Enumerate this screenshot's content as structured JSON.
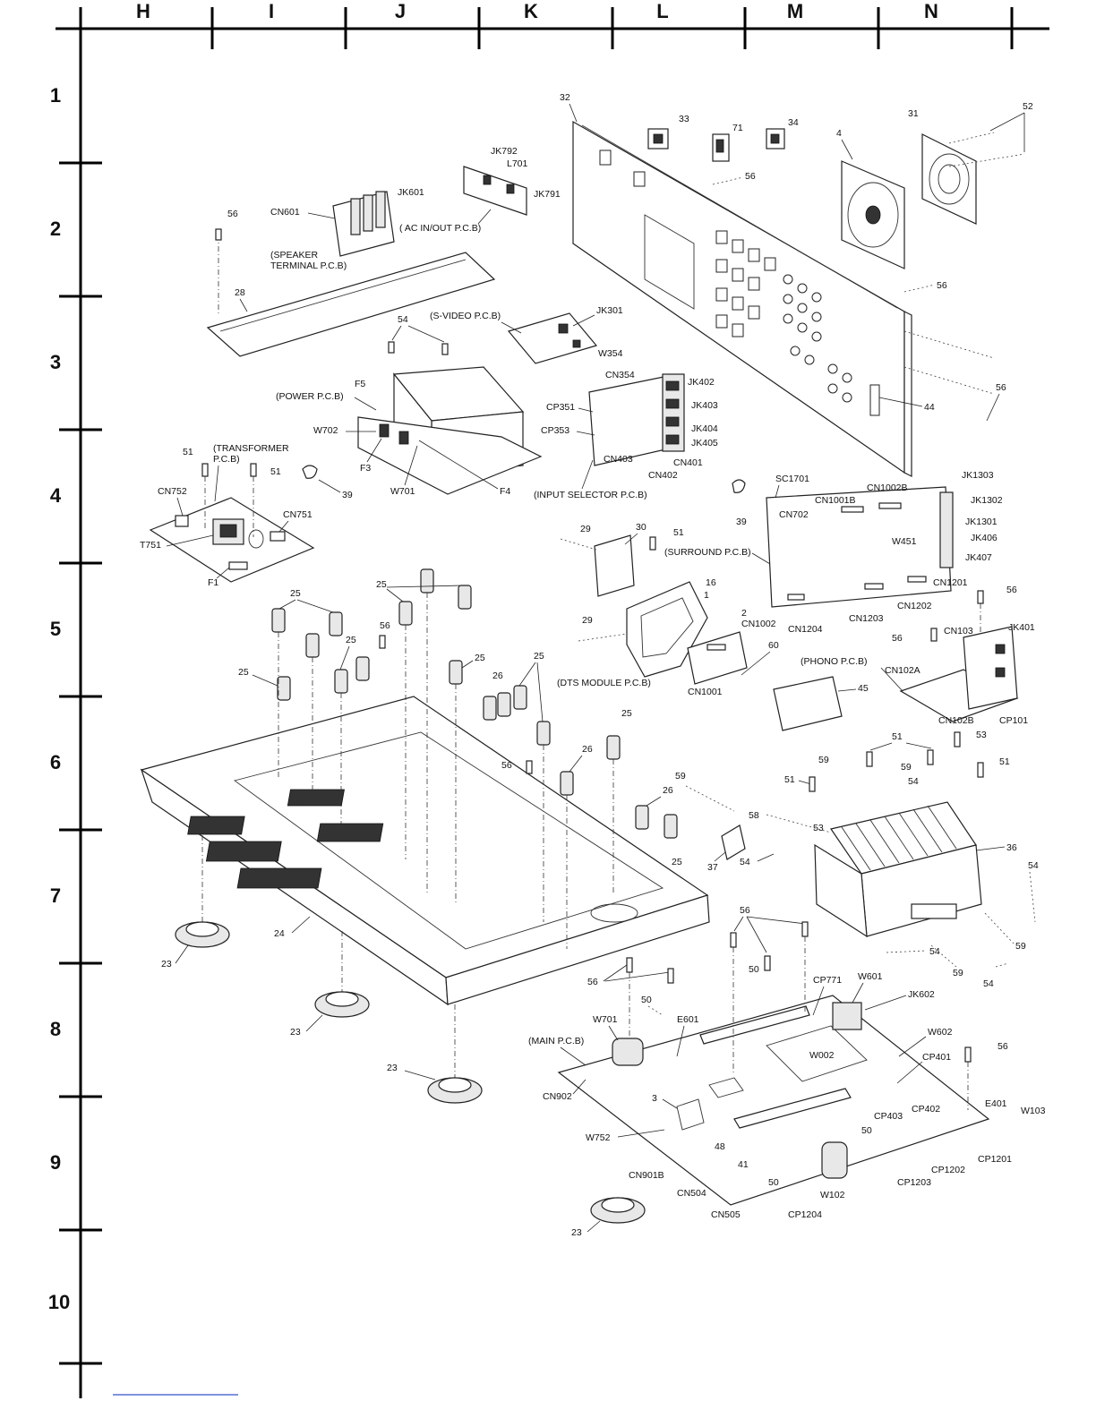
{
  "grid": {
    "columns": [
      "H",
      "I",
      "J",
      "K",
      "L",
      "M",
      "N"
    ],
    "rows": [
      "1",
      "2",
      "3",
      "4",
      "5",
      "6",
      "7",
      "8",
      "9",
      "10"
    ]
  },
  "labels": {
    "l32": "32",
    "l33": "33",
    "l71": "71",
    "l34": "34",
    "l31": "31",
    "l52": "52",
    "l4": "4",
    "l56a": "56",
    "l56b": "56",
    "l56c": "56",
    "l56d": "56",
    "l56e": "56",
    "l56f": "56",
    "l56g": "56",
    "l56h": "56",
    "l56i": "56",
    "l56j": "56",
    "l56k": "56",
    "jk792": "JK792",
    "l701": "L701",
    "jk791": "JK791",
    "jk601": "JK601",
    "cn601": "CN601",
    "acinout": "( AC IN/OUT P.C.B)",
    "speaker1": "(SPEAKER",
    "speaker2": "TERMINAL P.C.B)",
    "l28": "28",
    "svideo": "(S-VIDEO P.C.B)",
    "jk301": "JK301",
    "w354": "W354",
    "l54a": "54",
    "cn354": "CN354",
    "jk402": "JK402",
    "jk403": "JK403",
    "jk404": "JK404",
    "jk405": "JK405",
    "cp351": "CP351",
    "cp353": "CP353",
    "cn403": "CN403",
    "cn402": "CN402",
    "cn401": "CN401",
    "inputsel": "(INPUT SELECTOR P.C.B)",
    "l44": "44",
    "power": "(POWER P.C.B)",
    "f5": "F5",
    "w702": "W702",
    "f3": "F3",
    "w701a": "W701",
    "f4": "F4",
    "transf1": "(TRANSFORMER",
    "transf2": "P.C.B)",
    "l51a": "51",
    "l51b": "51",
    "l51c": "51",
    "l51d": "51",
    "l51e": "51",
    "l51f": "51",
    "l39a": "39",
    "l39b": "39",
    "cn752": "CN752",
    "cn751": "CN751",
    "t751": "T751",
    "f1": "F1",
    "sc1701": "SC1701",
    "cn702": "CN702",
    "cn1001b": "CN1001B",
    "cn1002b": "CN1002B",
    "jk1303": "JK1303",
    "jk1302": "JK1302",
    "jk1301": "JK1301",
    "jk406": "JK406",
    "jk407": "JK407",
    "w451": "W451",
    "surround": "(SURROUND P.C.B)",
    "cn1201": "CN1201",
    "cn1202": "CN1202",
    "cn1203": "CN1203",
    "cn1204": "CN1204",
    "l29a": "29",
    "l29b": "29",
    "l30": "30",
    "l16": "16",
    "l1": "1",
    "l2": "2",
    "cn1002": "CN1002",
    "l60": "60",
    "dts": "(DTS MODULE P.C.B)",
    "cn1001": "CN1001",
    "cn103": "CN103",
    "jk401": "JK401",
    "phono": "(PHONO P.C.B)",
    "cn102a": "CN102A",
    "cn102b": "CN102B",
    "cp101": "CP101",
    "l45": "45",
    "l25a": "25",
    "l25b": "25",
    "l25c": "25",
    "l25d": "25",
    "l25e": "25",
    "l25f": "25",
    "l25g": "25",
    "l25h": "25",
    "l26a": "26",
    "l26b": "26",
    "l26c": "26",
    "l53a": "53",
    "l53b": "53",
    "l59a": "59",
    "l59b": "59",
    "l59c": "59",
    "l59d": "59",
    "l59e": "59",
    "l58": "58",
    "l54b": "54",
    "l54c": "54",
    "l54d": "54",
    "l54e": "54",
    "l54f": "54",
    "l36": "36",
    "l37": "37",
    "l24": "24",
    "l23a": "23",
    "l23b": "23",
    "l23c": "23",
    "l23d": "23",
    "l50a": "50",
    "l50b": "50",
    "l50c": "50",
    "l50d": "50",
    "cp771": "CP771",
    "w601": "W601",
    "jk602": "JK602",
    "w701b": "W701",
    "e601": "E601",
    "mainpcb": "(MAIN P.C.B)",
    "w002": "W002",
    "w602": "W602",
    "cp401": "CP401",
    "cn902": "CN902",
    "l3": "3",
    "cp403": "CP403",
    "cp402": "CP402",
    "e401": "E401",
    "w103": "W103",
    "w752": "W752",
    "l48": "48",
    "l41": "41",
    "cn901b": "CN901B",
    "cn504": "CN504",
    "cn505": "CN505",
    "cp1204": "CP1204",
    "w102": "W102",
    "cp1203": "CP1203",
    "cp1202": "CP1202",
    "cp1201": "CP1201"
  }
}
